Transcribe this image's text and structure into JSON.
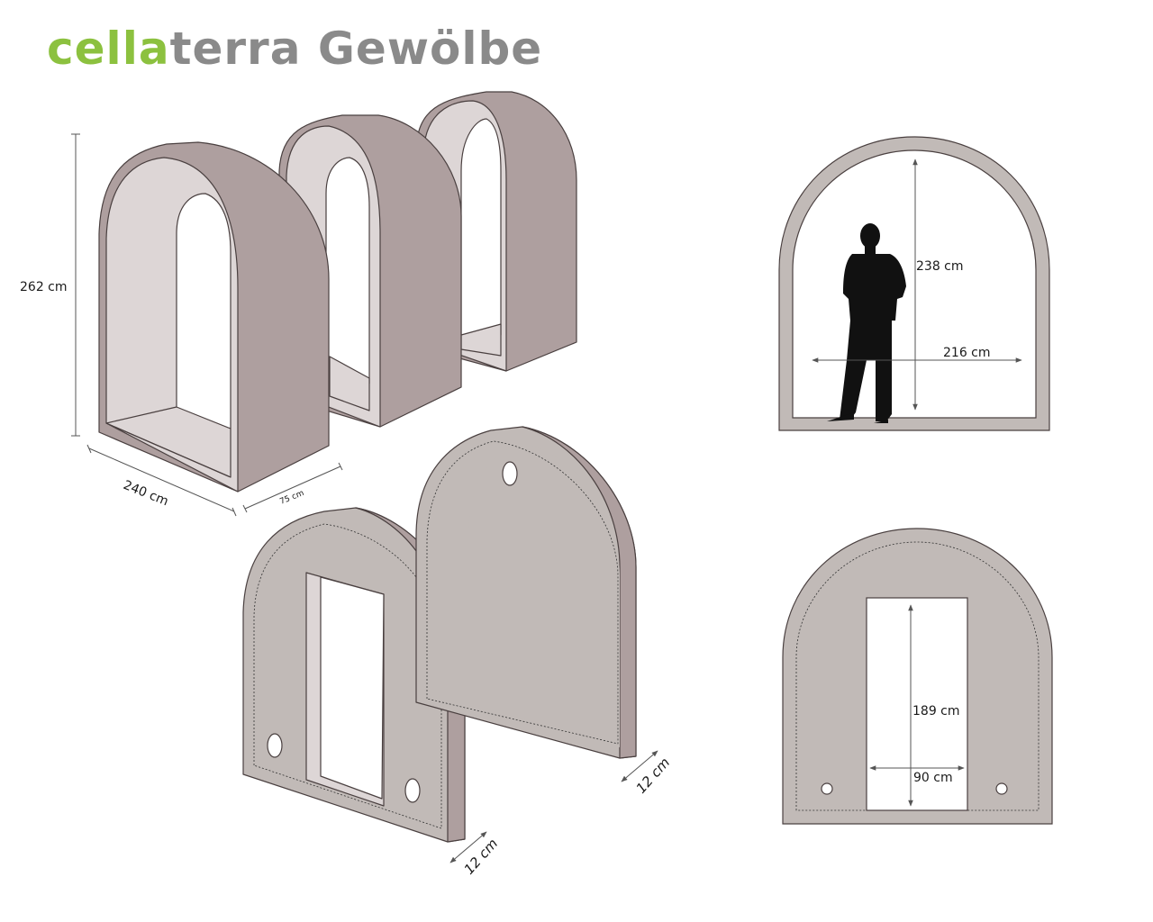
{
  "header": {
    "brand_green": "cella",
    "brand_gray": "terra",
    "product": "Gewölbe"
  },
  "colors": {
    "brand_green": "#8cc13f",
    "brand_gray": "#8a8a8a",
    "shell_dark": "#ae9f9f",
    "shell_inner": "#ddd6d6",
    "panel": "#c1bab7",
    "outline": "#4a4040"
  },
  "dimensions": {
    "height_total": "262 cm",
    "length_total": "240 cm",
    "segment_depth": "75 cm",
    "interior_height": "238 cm",
    "interior_width": "216 cm",
    "wall_thickness_front": "12 cm",
    "wall_thickness_back": "12 cm",
    "door_height": "189 cm",
    "door_width": "90 cm"
  }
}
